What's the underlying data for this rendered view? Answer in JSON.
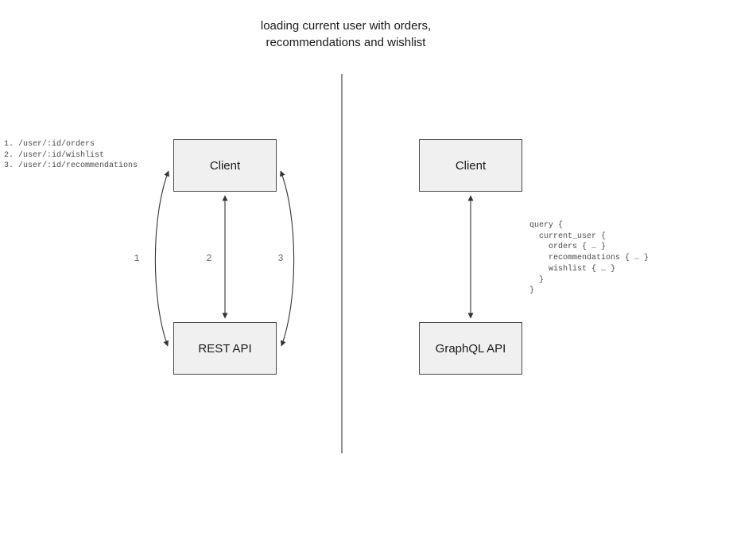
{
  "title": "loading current user with orders,\nrecommendations and wishlist",
  "rest_panel": {
    "endpoints": "1. /user/:id/orders\n2. /user/:id/wishlist\n3. /user/:id/recommendations",
    "client_label": "Client",
    "api_label": "REST API",
    "arrow_labels": [
      "1",
      "2",
      "3"
    ]
  },
  "graphql_panel": {
    "client_label": "Client",
    "api_label": "GraphQL API",
    "query": "query {\n  current_user {\n    orders { … }\n    recommendations { … }\n    wishlist { … }\n  }\n}"
  },
  "colors": {
    "box_fill": "#f0f0f0",
    "box_border": "#4a4a4a",
    "arrow": "#333333",
    "divider": "#555555",
    "muted_text": "#666666",
    "text": "#1a1a1a"
  }
}
